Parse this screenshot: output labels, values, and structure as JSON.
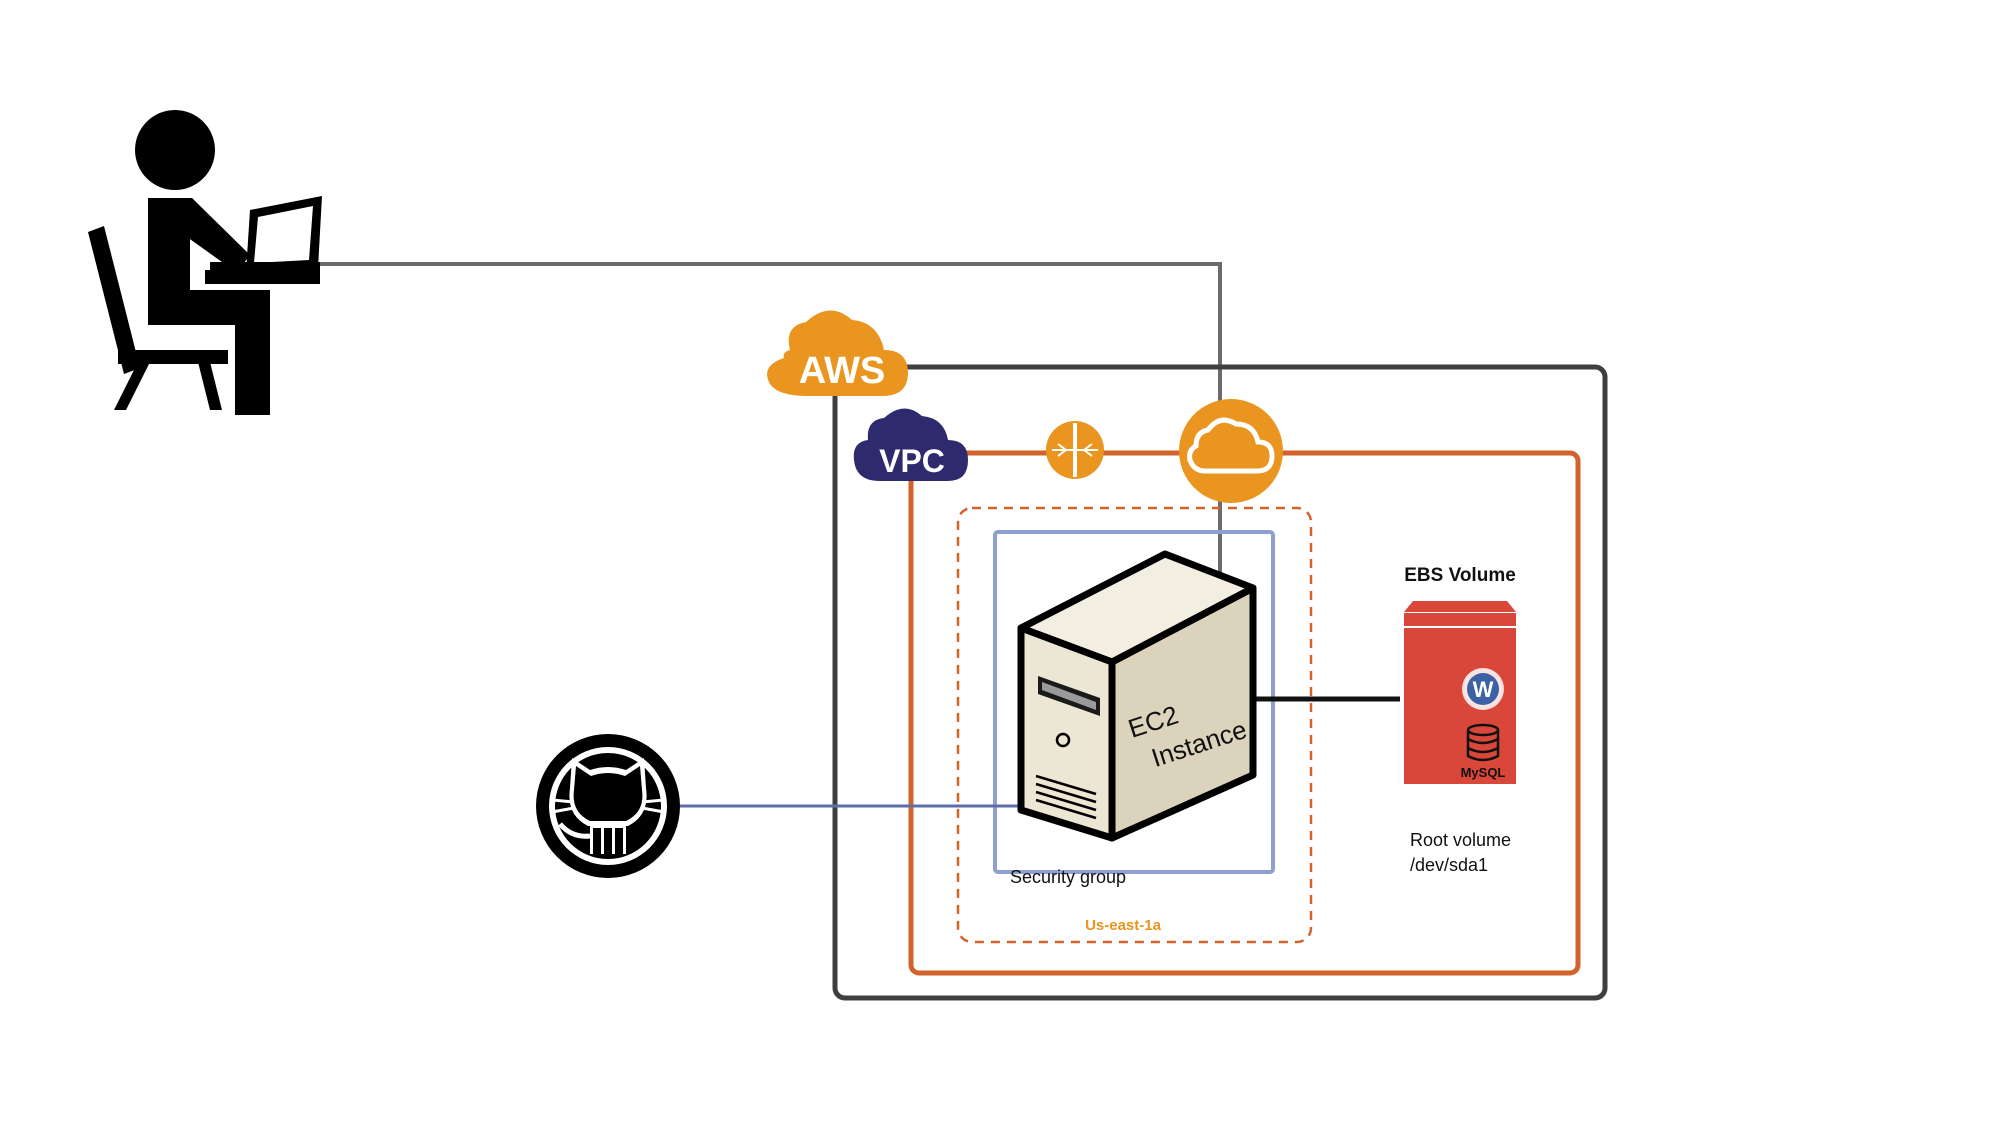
{
  "labels": {
    "aws": "AWS",
    "vpc": "VPC",
    "ec2_line1": "EC2",
    "ec2_line2": "Instance",
    "ebs_title": "EBS Volume",
    "mysql": "MySQL",
    "root_line1": "Root volume",
    "root_line2": "/dev/sda1",
    "security_group": "Security group",
    "availability_zone": "Us-east-1a"
  },
  "colors": {
    "aws_orange": "#E9951F",
    "vpc_navy": "#2E2A6E",
    "vpc_border": "#D2632B",
    "aws_border": "#3F3F3F",
    "security_group": "#8EA0D0",
    "az_label": "#E9951F",
    "ebs_red": "#D9473A",
    "github_line": "#5E6FA8",
    "user_line": "#6B6B6B"
  },
  "icons": {
    "user": "user-at-laptop-icon",
    "github": "github-octocat-icon",
    "aws": "aws-cloud-icon",
    "vpc": "vpc-cloud-icon",
    "router": "vpc-router-icon",
    "internet_gateway": "internet-gateway-icon",
    "server": "ec2-server-icon",
    "wordpress": "wordpress-icon",
    "database": "mysql-database-icon"
  }
}
